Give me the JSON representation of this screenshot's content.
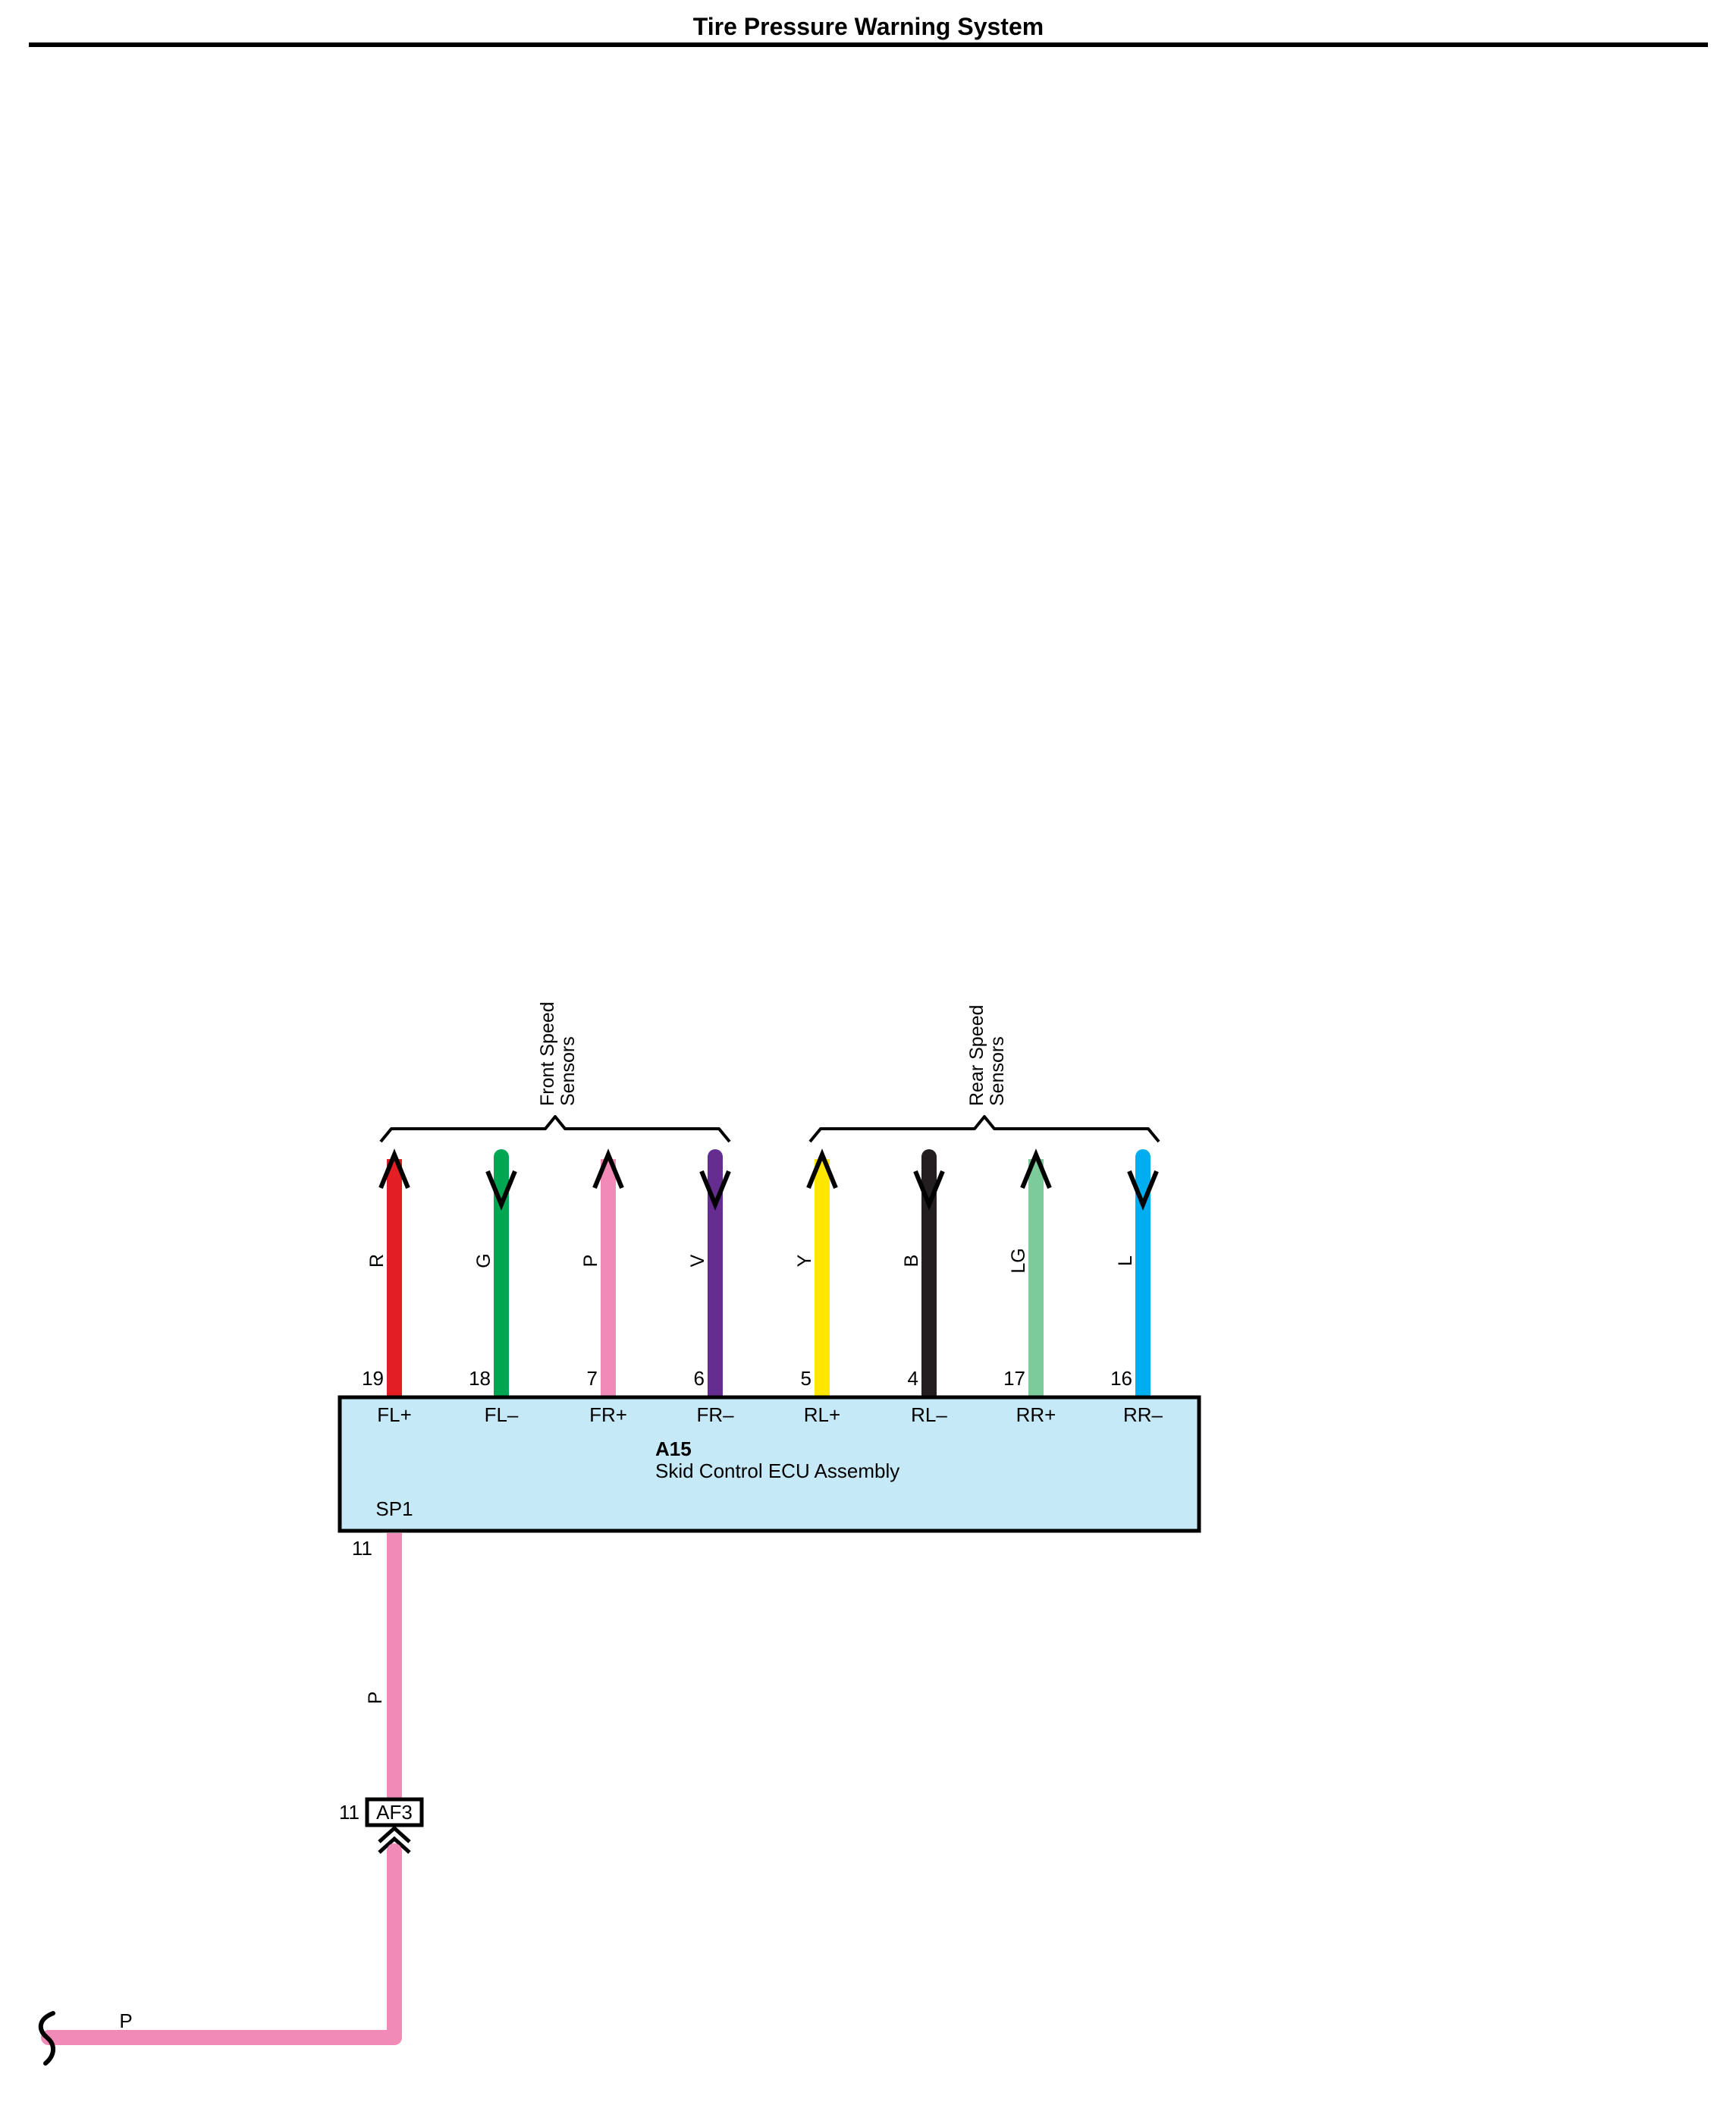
{
  "header": {
    "title": "Tire Pressure Warning System"
  },
  "colors": {
    "R": "#e31e24",
    "G": "#00a651",
    "P": "#f28ab8",
    "V": "#662d91",
    "Y": "#ffe600",
    "B": "#231f20",
    "LG": "#7ccb9a",
    "L": "#00aeef",
    "ecu_fill": "#c6e9f8"
  },
  "sensor_groups": {
    "front": {
      "line1": "Front Speed",
      "line2": "Sensors"
    },
    "rear": {
      "line1": "Rear Speed",
      "line2": "Sensors"
    }
  },
  "wires": [
    {
      "pin": "19",
      "terminal": "FL+",
      "color_code": "R",
      "direction": "out"
    },
    {
      "pin": "18",
      "terminal": "FL–",
      "color_code": "G",
      "direction": "in"
    },
    {
      "pin": "7",
      "terminal": "FR+",
      "color_code": "P",
      "direction": "out"
    },
    {
      "pin": "6",
      "terminal": "FR–",
      "color_code": "V",
      "direction": "in"
    },
    {
      "pin": "5",
      "terminal": "RL+",
      "color_code": "Y",
      "direction": "out"
    },
    {
      "pin": "4",
      "terminal": "RL–",
      "color_code": "B",
      "direction": "in"
    },
    {
      "pin": "17",
      "terminal": "RR+",
      "color_code": "LG",
      "direction": "out"
    },
    {
      "pin": "16",
      "terminal": "RR–",
      "color_code": "L",
      "direction": "in"
    }
  ],
  "ecu": {
    "code": "A15",
    "name": "Skid Control ECU Assembly",
    "bottom_terminal": "SP1",
    "bottom_pin": "11"
  },
  "lower_wire": {
    "color_code": "P",
    "connector": {
      "code": "AF3",
      "pin": "11"
    },
    "bottom_color_code": "P"
  }
}
